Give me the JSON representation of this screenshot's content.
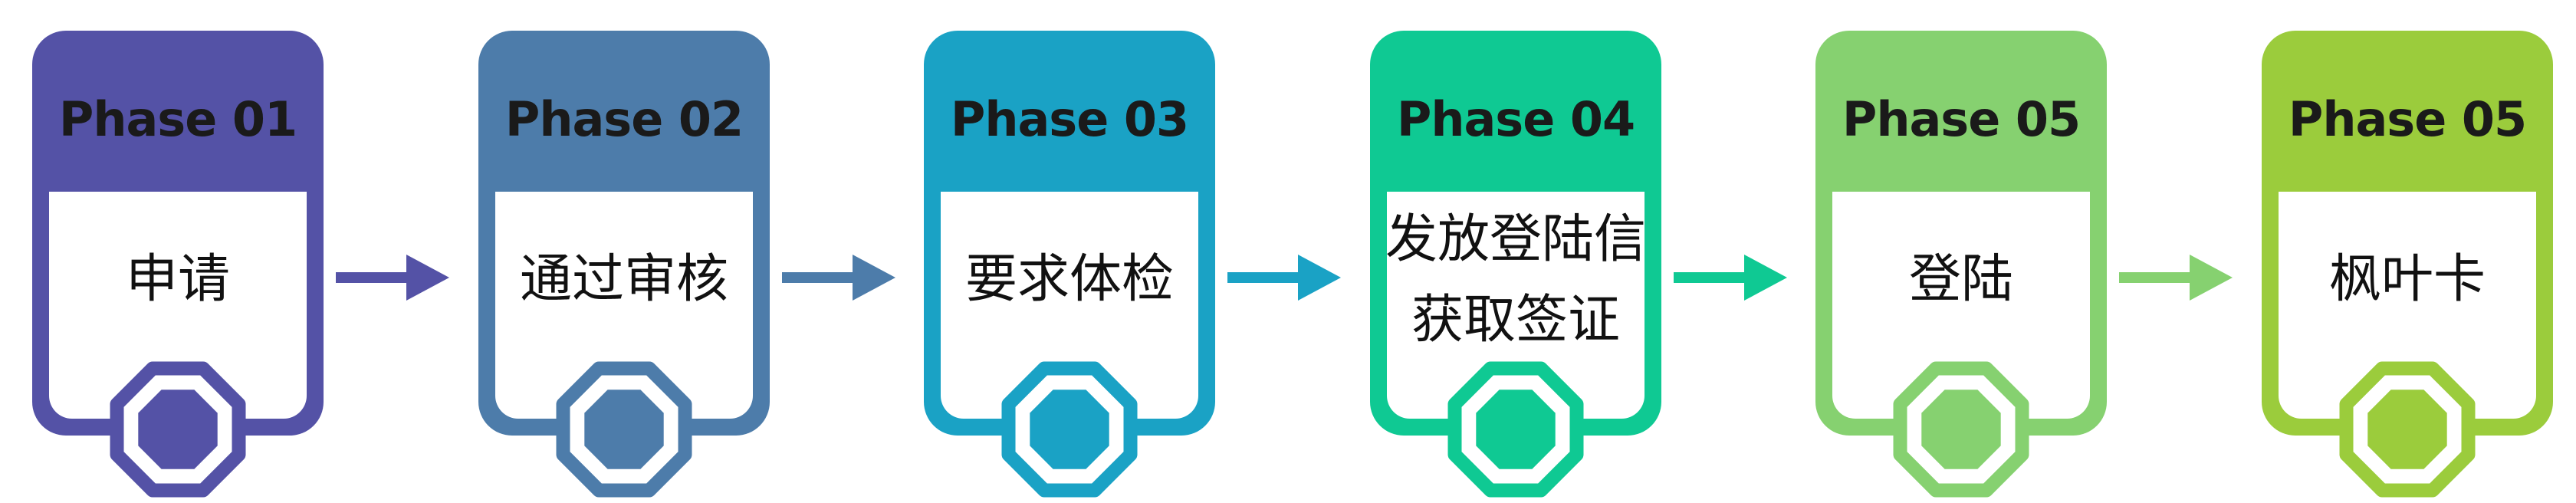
{
  "phases": [
    {
      "title": "Phase 01",
      "lines": [
        "申请"
      ],
      "color": "#5452a6"
    },
    {
      "title": "Phase 02",
      "lines": [
        "通过审核"
      ],
      "color": "#4d7caa"
    },
    {
      "title": "Phase 03",
      "lines": [
        "要求体检"
      ],
      "color": "#1aa2c5"
    },
    {
      "title": "Phase 04",
      "lines": [
        "发放登陆信",
        "获取签证"
      ],
      "color": "#0fc993"
    },
    {
      "title": "Phase 05",
      "lines": [
        "登陆"
      ],
      "color": "#86d170"
    },
    {
      "title": "Phase 05",
      "lines": [
        "枫叶卡"
      ],
      "color": "#9bcc3c"
    }
  ],
  "arrows": [
    {
      "color": "#5452a6"
    },
    {
      "color": "#4d7caa"
    },
    {
      "color": "#1aa2c5"
    },
    {
      "color": "#0fc993"
    },
    {
      "color": "#86d170"
    }
  ]
}
